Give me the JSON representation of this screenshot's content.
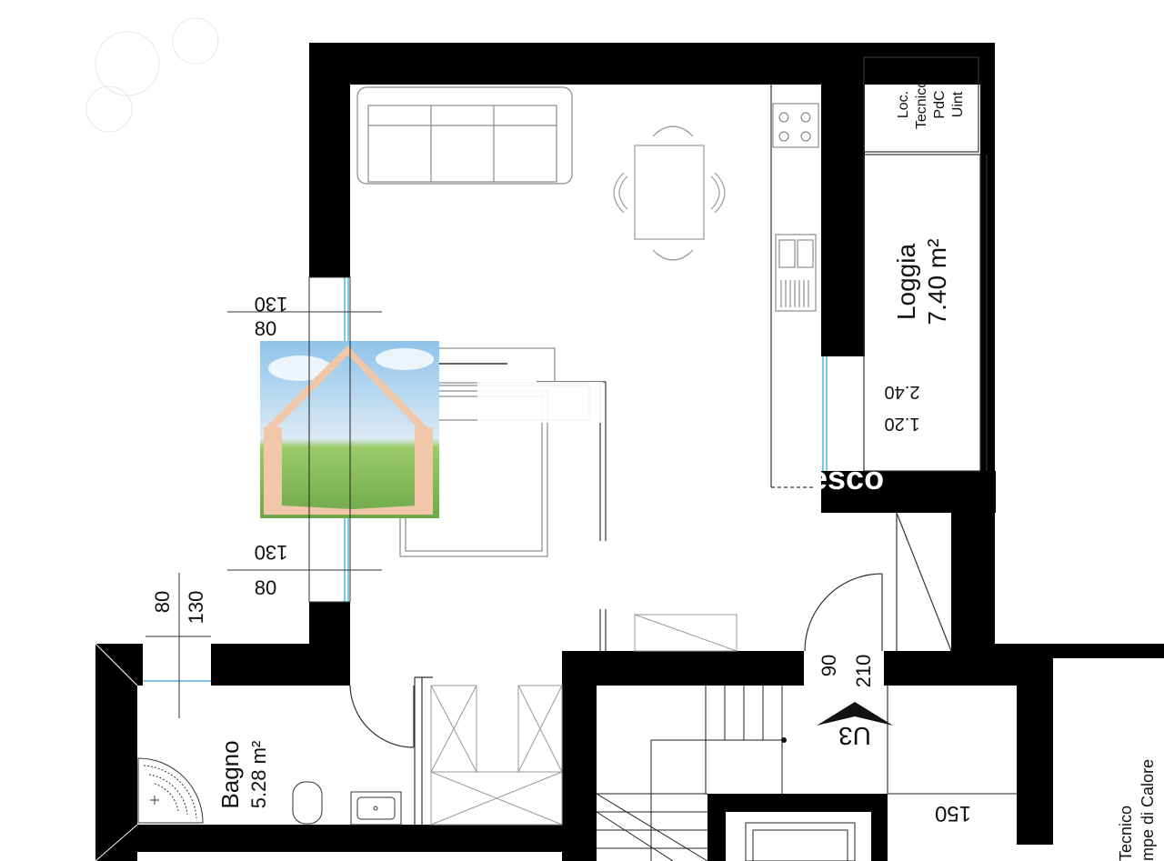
{
  "rooms": {
    "loc_tecnico": {
      "line1": "Loc.",
      "line2": "Tecnico",
      "line3": "PdC",
      "line4": "Uint"
    },
    "loggia": {
      "name": "Loggia",
      "area": "7.40 m²"
    },
    "bagno": {
      "name": "Bagno",
      "area": "5.28 m²"
    },
    "tecnico_side": {
      "line1": "Tecnico",
      "line2": "mpe di Calore"
    }
  },
  "dimensions": {
    "win_top_height": "130",
    "win_top_width": "80",
    "win_mid_height": "130",
    "win_mid_width": "80",
    "bath_win_width": "80",
    "bath_win_height": "130",
    "loggia_door_top": "2.40",
    "loggia_door_bottom": "1.20",
    "entry_door_width": "90",
    "entry_door_height": "210",
    "stair_dim": "150"
  },
  "markers": {
    "entrance": "U3"
  },
  "watermark": {
    "fragment": "esco"
  },
  "colors": {
    "wall": "#000000",
    "line": "#7a7a7a",
    "window": "#7fc8e8",
    "background": "#ffffff"
  }
}
